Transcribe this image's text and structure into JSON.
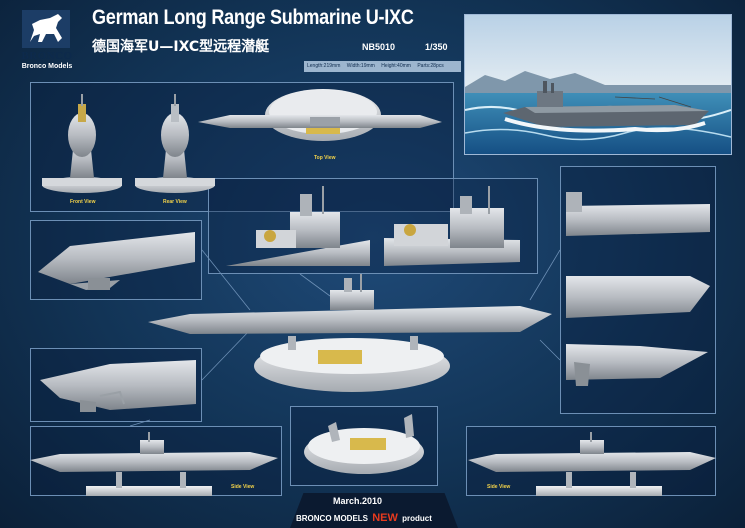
{
  "header": {
    "title": "German Long Range Submarine U-IXC",
    "subtitle_cn": "德国海军U—IXC型远程潜艇",
    "code": "NB5010",
    "scale": "1/350"
  },
  "specs": {
    "length": "Length:219mm",
    "width": "Width:19mm",
    "height": "Height:40mm",
    "parts": "Parts:28pcs"
  },
  "logo": {
    "word": "BRONCO",
    "sub": "Bronco Models"
  },
  "views": {
    "front": "Front View",
    "rear": "Rear View",
    "top": "Top View",
    "side_left": "Side View",
    "side_right": "Side View"
  },
  "footer": {
    "date": "March.2010",
    "brand": "BRONCO MODELS",
    "new_word": "NEW",
    "product": "product"
  },
  "colors": {
    "background": "#123456",
    "panel_border": "#6c8fb5",
    "hull": "#c9ccd1",
    "label": "#f2d24a",
    "new_red": "#e63a1e"
  }
}
